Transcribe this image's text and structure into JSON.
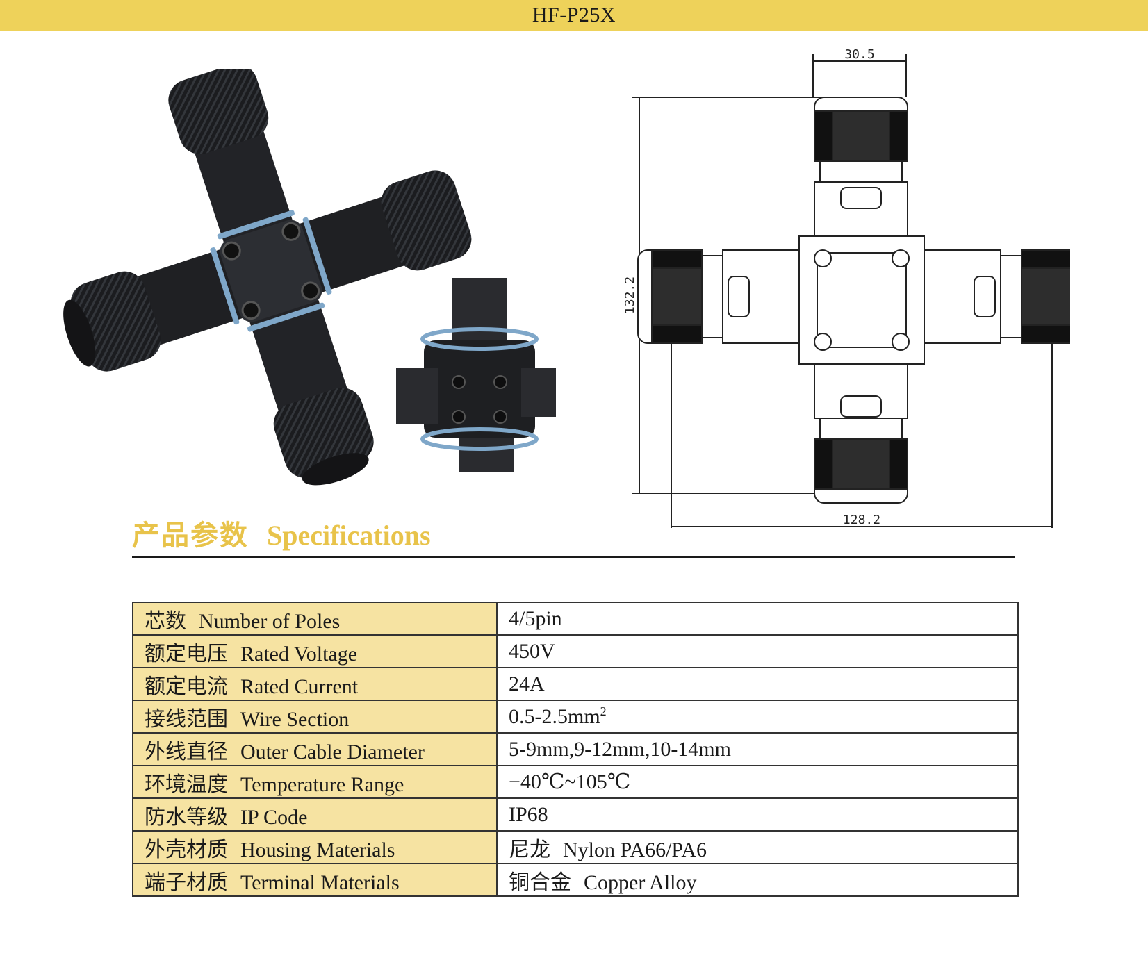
{
  "header": {
    "title": "HF-P25X"
  },
  "drawing": {
    "dim_top": "30.5",
    "dim_left": "132.2",
    "dim_bottom": "128.2"
  },
  "section": {
    "title_cn": "产品参数",
    "title_en": "Specifications"
  },
  "specs": [
    {
      "label_cn": "芯数",
      "label_en": "Number of Poles",
      "value": "4/5pin"
    },
    {
      "label_cn": "额定电压",
      "label_en": "Rated Voltage",
      "value": "450V"
    },
    {
      "label_cn": "额定电流",
      "label_en": "Rated Current",
      "value": "24A"
    },
    {
      "label_cn": "接线范围",
      "label_en": "Wire Section",
      "value": "0.5-2.5mm",
      "value_sup": "2"
    },
    {
      "label_cn": "外线直径",
      "label_en": "Outer Cable Diameter",
      "value": "5-9mm,9-12mm,10-14mm"
    },
    {
      "label_cn": "环境温度",
      "label_en": "Temperature Range",
      "value": "−40℃~105℃"
    },
    {
      "label_cn": "防水等级",
      "label_en": "IP Code",
      "value": "IP68"
    },
    {
      "label_cn": "外壳材质",
      "label_en": "Housing Materials",
      "value_cn": "尼龙",
      "value": "Nylon PA66/PA6"
    },
    {
      "label_cn": "端子材质",
      "label_en": "Terminal Materials",
      "value_cn": "铜合金",
      "value": "Copper Alloy"
    }
  ]
}
